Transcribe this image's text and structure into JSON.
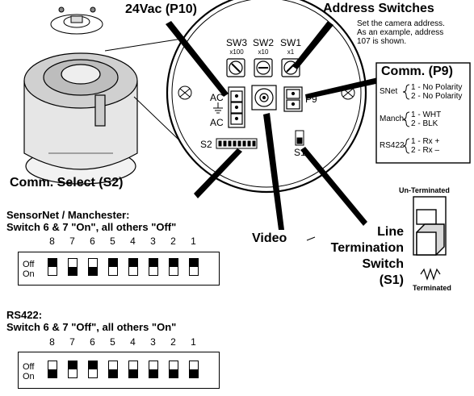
{
  "labels": {
    "power": "24Vac (P10)",
    "address_title": "Address Switches",
    "address_note": [
      "Set the camera address.",
      "As an example, address",
      "107 is shown."
    ],
    "comm_p9": "Comm. (P9)",
    "comm_select": "Comm. Select (S2)",
    "video": "Video",
    "line_term": [
      "Line",
      "Termination",
      "Switch",
      "(S1)"
    ],
    "unterminated": "Un-Terminated",
    "terminated": "Terminated"
  },
  "board": {
    "switches": [
      {
        "name": "SW3",
        "mult": "x100"
      },
      {
        "name": "SW2",
        "mult": "x10"
      },
      {
        "name": "SW1",
        "mult": "x1"
      }
    ],
    "ac_top": "AC",
    "ac_bottom": "AC",
    "p9": "P9",
    "s2": "S2",
    "s1": "S1"
  },
  "comm_table": [
    {
      "label": "SNet",
      "lines": [
        "1 - No Polarity",
        "2 - No Polarity"
      ]
    },
    {
      "label": "Manch.",
      "lines": [
        "1 - WHT",
        "2 - BLK"
      ]
    },
    {
      "label": "RS422",
      "lines": [
        "1 - Rx +",
        "2 - Rx –"
      ]
    }
  ],
  "dip_sensornet": {
    "title": "SensorNet / Manchester:",
    "subtitle": "Switch 6 & 7 \"On\", all others \"Off\"",
    "numbers": [
      "8",
      "7",
      "6",
      "5",
      "4",
      "3",
      "2",
      "1"
    ],
    "off_label": "Off",
    "on_label": "On",
    "states": [
      "off",
      "on",
      "on",
      "off",
      "off",
      "off",
      "off",
      "off"
    ]
  },
  "dip_rs422": {
    "title": "RS422:",
    "subtitle": "Switch 6 & 7 \"Off\", all others \"On\"",
    "numbers": [
      "8",
      "7",
      "6",
      "5",
      "4",
      "3",
      "2",
      "1"
    ],
    "off_label": "Off",
    "on_label": "On",
    "states": [
      "on",
      "off",
      "off",
      "on",
      "on",
      "on",
      "on",
      "on"
    ]
  }
}
